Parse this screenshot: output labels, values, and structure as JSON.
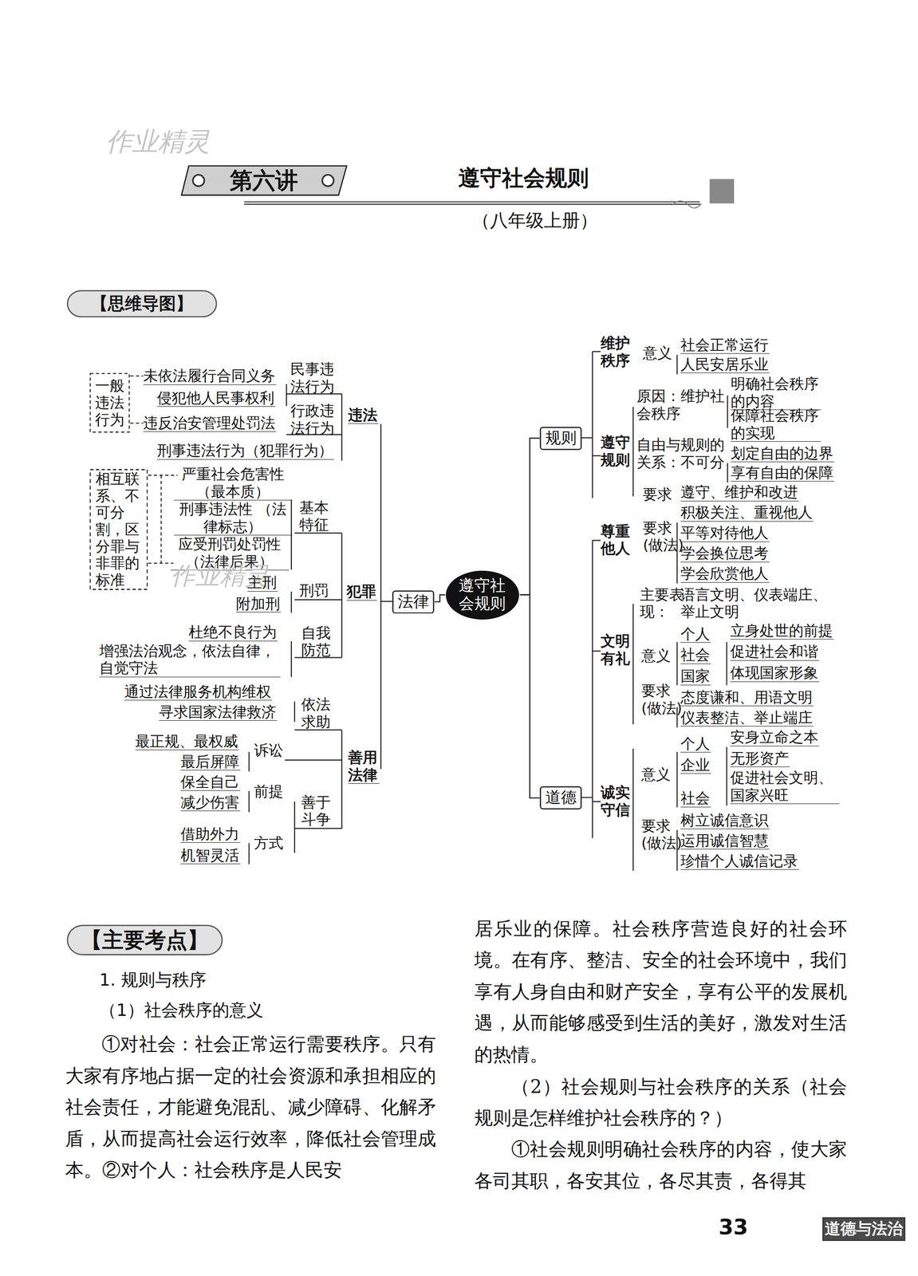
{
  "diagram": {
    "title": "遵守社会规则",
    "nodes": [
      {
        "text": [
          "第六讲"
        ]
      },
      {
        "text": [
          "【思维导图】"
        ]
      },
      {
        "text": [
          "一般违法行为"
        ]
      },
      {
        "text": [
          "相互联系、不可分割，区分罪与非罪的标准"
        ]
      },
      {
        "text": [
          "法律"
        ]
      },
      {
        "text": [
          "遵守社会规则"
        ]
      },
      {
        "text": [
          "规则"
        ]
      },
      {
        "text": [
          "道德"
        ]
      },
      {
        "text": [
          "【主要考点】"
        ]
      },
      {
        "text": [
          "道德与法治"
        ]
      }
    ],
    "edges": [
      {
        "from": 5,
        "to": 4,
        "arrow": "none"
      },
      {
        "from": 5,
        "to": 6,
        "arrow": "none"
      },
      {
        "from": 5,
        "to": 7,
        "arrow": "none"
      }
    ],
    "labels": [
      "作业精灵",
      "（八年级上册）",
      "未依法履行合同义务",
      "民事违法行为",
      "侵犯他人民事权利",
      "行政违法行为",
      "违反治安管理处罚法",
      "违法",
      "刑事违法行为（犯罪行为）",
      "严重社会危害性 （最本质）",
      "刑事违法性 （法律标志）",
      "应受刑罚处罚性 （法律后果）",
      "基本特征",
      "作业精灵",
      "主刑",
      "附加刑",
      "刑罚",
      "犯罪",
      "杜绝不良行为",
      "增强法治观念，依法自律，自觉守法",
      "自我防范",
      "通过法律服务机构维权",
      "寻求国家法律救济",
      "依法求助",
      "最正规、最权威",
      "最后屏障",
      "诉讼",
      "善用法律",
      "保全自己",
      "减少伤害",
      "前提",
      "善于斗争",
      "借助外力",
      "机智灵活",
      "方式",
      "维护秩序",
      "意义",
      "社会正常运行",
      "人民安居乐业",
      "原因：维护社会秩序",
      "明确社会秩序的内容",
      "保障社会秩序的实现",
      "遵守规则",
      "自由与规则的关系：不可分",
      "划定自由的边界",
      "享有自由的保障",
      "要求",
      "遵守、维护和改进",
      "尊重他人",
      "要求(做法)",
      "积极关注、重视他人",
      "平等对待他人",
      "学会换位思考",
      "学会欣赏他人",
      "主要表现：",
      "语言文明、仪表端庄、举止文明",
      "文明有礼",
      "意义",
      "个人",
      "立身处世的前提",
      "社会",
      "促进社会和谐",
      "国家",
      "体现国家形象",
      "要求(做法)",
      "态度谦和、用语文明",
      "仪表整洁、举止端庄",
      "诚实守信",
      "意义",
      "个人",
      "安身立命之本",
      "企业",
      "无形资产",
      "社会",
      "促进社会文明、国家兴旺",
      "要求(做法)",
      "树立诚信意识",
      "运用诚信智慧",
      "珍惜个人诚信记录",
      "1. 规则与秩序",
      "（1）社会秩序的意义",
      "①对社会：社会正常运行需要秩序。只有大家有序地占据一定的社会资源和承担相应的社会责任，才能避免混乱、减少障碍、化解矛盾，从而提高社会运行效率，降低社会管理成本。②对个人：社会秩序是人民安",
      "居乐业的保障。社会秩序营造良好的社会环境。在有序、整洁、安全的社会环境中，我们享有人身自由和财产安全，享有公平的发展机遇，从而能够感受到生活的美好，激发对生活的热情。",
      "（2）社会规则与社会秩序的关系（社会规则是怎样维护社会秩序的？）",
      "①社会规则明确社会秩序的内容，使大家各司其职，各安其位，各尽其责，各得其",
      "33"
    ]
  }
}
